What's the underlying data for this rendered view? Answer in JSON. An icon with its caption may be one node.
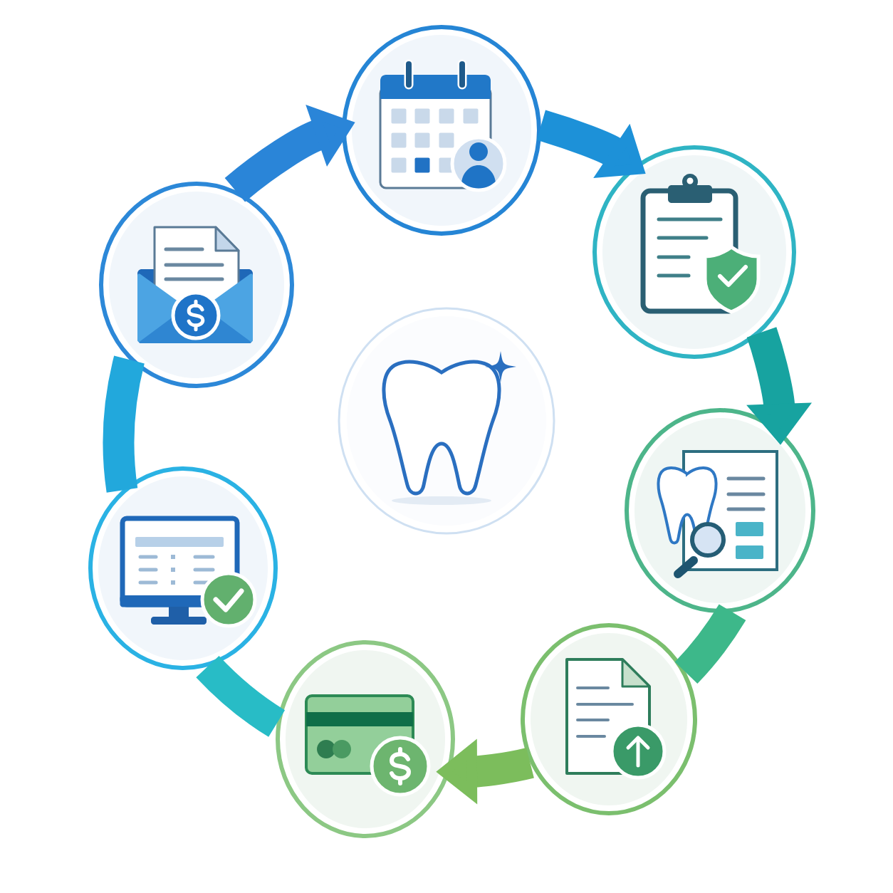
{
  "diagram": {
    "nodes": [
      {
        "text": [],
        "shape": "picture"
      },
      {
        "text": [],
        "shape": "picture"
      },
      {
        "text": [],
        "shape": "picture"
      },
      {
        "text": [],
        "shape": "picture"
      },
      {
        "text": [],
        "shape": "picture"
      },
      {
        "text": [],
        "shape": "picture"
      },
      {
        "text": [],
        "shape": "picture"
      },
      {
        "text": [],
        "shape": "picture"
      }
    ],
    "edges": [
      {
        "from": 6,
        "to": 0,
        "arrow": "to",
        "color": "#2a85d8"
      },
      {
        "from": 0,
        "to": 1,
        "arrow": "to",
        "color": "#1d91d8"
      },
      {
        "from": 1,
        "to": 2,
        "arrow": "to",
        "color": "#17a3a0"
      },
      {
        "from": 2,
        "to": 3,
        "arrow": "none",
        "color": "#3db88a"
      },
      {
        "from": 3,
        "to": 4,
        "arrow": "to",
        "color": "#7cbd5c"
      },
      {
        "from": 4,
        "to": 5,
        "arrow": "none",
        "color": "#28bcc6"
      },
      {
        "from": 5,
        "to": 6,
        "arrow": "none",
        "color": "#22a8dc"
      }
    ]
  }
}
